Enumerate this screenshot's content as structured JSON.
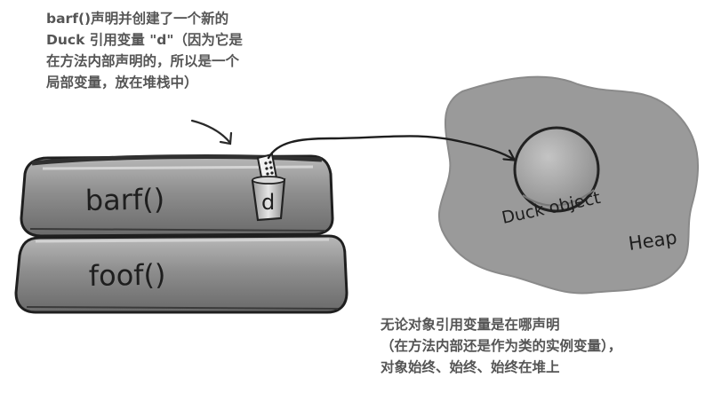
{
  "annotations": {
    "stack_note": [
      "barf()声明并创建了一个新的",
      "Duck 引用变量 \"d\"（因为它是",
      "在方法内部声明的，所以是一个",
      "局部变量，放在堆栈中）"
    ],
    "heap_note": [
      "无论对象引用变量是在哪声明",
      "（在方法内部还是作为类的实例变量），",
      "对象始终、始终、始终在堆上"
    ]
  },
  "stack": {
    "frames": [
      {
        "label": "barf()"
      },
      {
        "label": "foof()"
      }
    ],
    "variable": {
      "name": "d"
    }
  },
  "heap": {
    "label": "Heap",
    "object_label": "Duck object"
  },
  "colors": {
    "stack_frame": "#8a8a8a",
    "heap_region": "#9a9a9a",
    "object_fill": "#a3a3a3",
    "ink": "#1e1e1e",
    "note_text": "#555555"
  }
}
